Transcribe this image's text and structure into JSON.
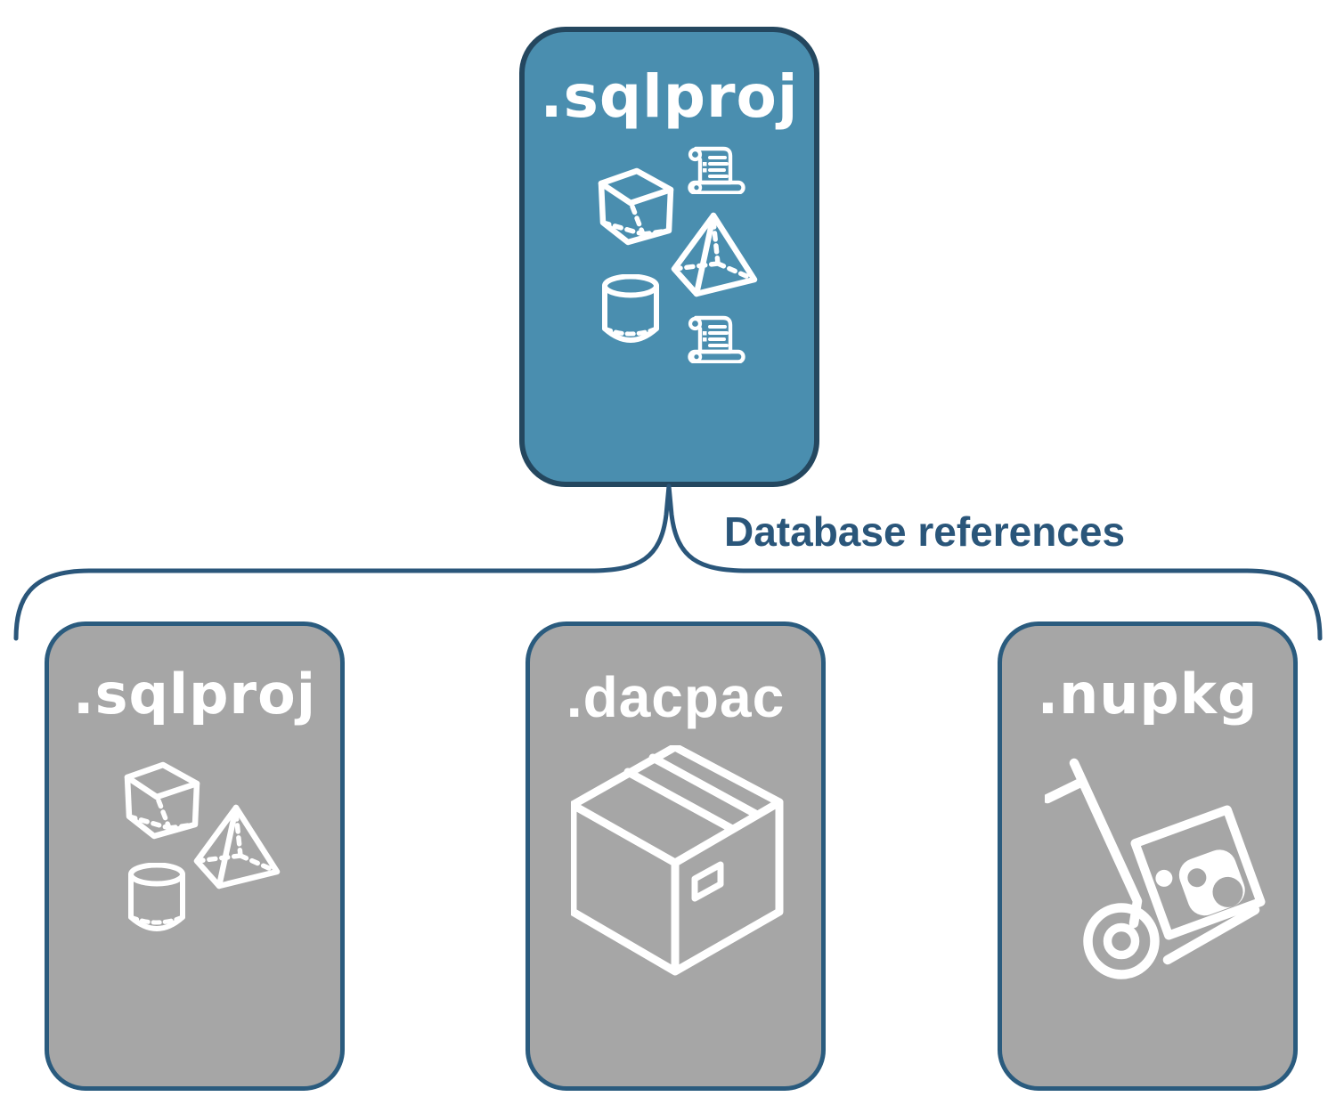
{
  "diagram": {
    "root": {
      "label": ".sqlproj",
      "icons": [
        "scroll-icon",
        "cube-icon",
        "pyramid-icon",
        "cylinder-icon",
        "scroll-icon"
      ]
    },
    "connector": {
      "label": "Database references"
    },
    "children": [
      {
        "label": ".sqlproj",
        "icons": [
          "cube-icon",
          "pyramid-icon",
          "cylinder-icon"
        ]
      },
      {
        "label": ".dacpac",
        "icons": [
          "package-box-icon"
        ]
      },
      {
        "label": ".nupkg",
        "icons": [
          "hand-truck-package-icon"
        ]
      }
    ],
    "colors": {
      "root_fill": "#4A8EAF",
      "root_border": "#24475F",
      "child_fill": "#A6A6A6",
      "child_border": "#2A5B7E",
      "connector_stroke": "#2A567A",
      "connector_label_text": "#2A567A",
      "node_label_text": "#FFFFFF",
      "icon_color": "#FFFFFF",
      "background": "#FFFFFF"
    }
  }
}
